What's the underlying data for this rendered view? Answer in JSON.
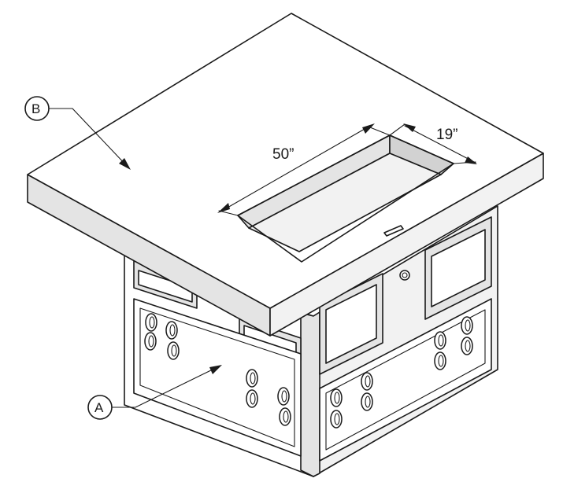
{
  "dimensions": {
    "length": "50”",
    "width": "19”"
  },
  "callouts": {
    "a": "A",
    "b": "B"
  },
  "colors": {
    "line": "#1a1a1a",
    "background": "#ffffff"
  }
}
